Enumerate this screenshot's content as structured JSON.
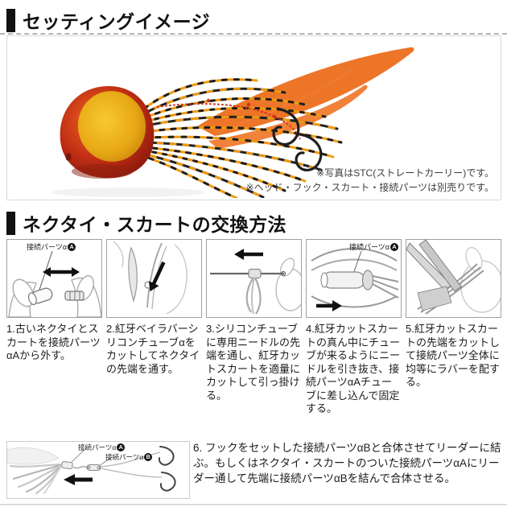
{
  "sections": {
    "setting": {
      "title": "セッティングイメージ",
      "notes": [
        "※写真はSTC(ストレートカーリー)です。",
        "※ヘッド・フック・スカート・接続パーツは別売りです。"
      ]
    },
    "howto": {
      "title": "ネクタイ・スカートの交換方法"
    }
  },
  "connector_label": {
    "text": "接続パーツα",
    "badge_a": "A",
    "badge_b": "B"
  },
  "steps": [
    {
      "text": "1.古いネクタイとスカートを接続パーツαAから外す。"
    },
    {
      "text": "2.紅牙ベイラバーシリコンチューブαをカットしてネクタイの先端を通す。"
    },
    {
      "text": "3.シリコンチューブに専用ニードルの先端を通し、紅牙カットスカートを適量にカットして引っ掛ける。"
    },
    {
      "text": "4.紅牙カットスカートの真ん中にチューブが来るようにニードルを引き抜き、接続パーツαAチューブに差し込んで固定する。"
    },
    {
      "text": "5.紅牙カットスカートの先端をカットして接続パーツ全体に均等にラバーを配する。"
    }
  ],
  "step6": {
    "text": "6. フックをセットした接続パーツαBと合体させてリーダーに結ぶ。もしくはネクタイ・スカートのついた接続パーツαAにリーダー通して先端に接続パーツαBを結んで合体させる。"
  },
  "colors": {
    "accent_black": "#111111",
    "necktie_orange": "#ed7528",
    "skirt_orange": "#f09a12",
    "head_red": "#b52712",
    "head_gold": "#e8a816",
    "thread_red": "#d23018"
  }
}
